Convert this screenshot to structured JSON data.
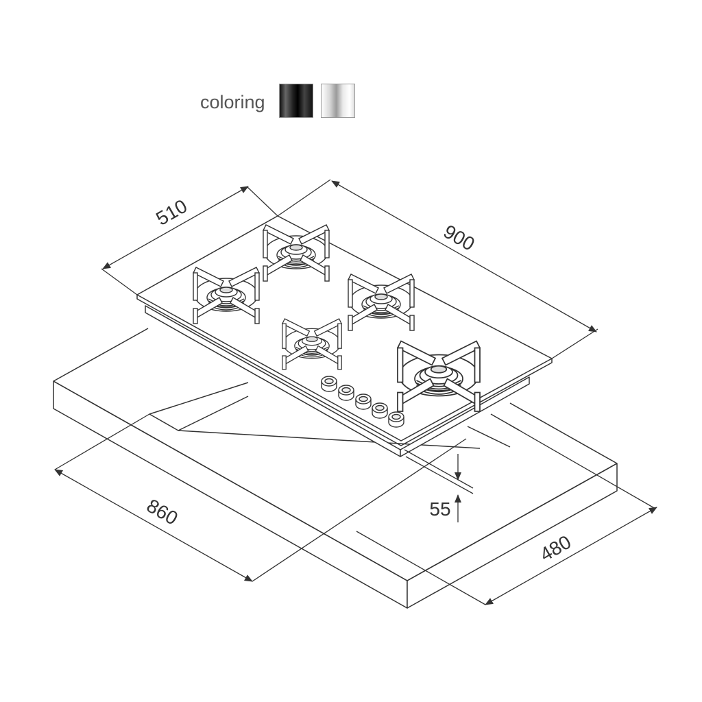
{
  "legend": {
    "label": "coloring",
    "swatches": [
      {
        "name": "black",
        "color": "#111111"
      },
      {
        "name": "white",
        "color": "#f4f4f4"
      }
    ]
  },
  "dimensions": {
    "hob_depth": "510",
    "hob_width": "900",
    "cutout_width": "860",
    "cutout_depth": "480",
    "hob_height": "55"
  },
  "hob": {
    "burner_count": 5,
    "knob_count": 5
  }
}
